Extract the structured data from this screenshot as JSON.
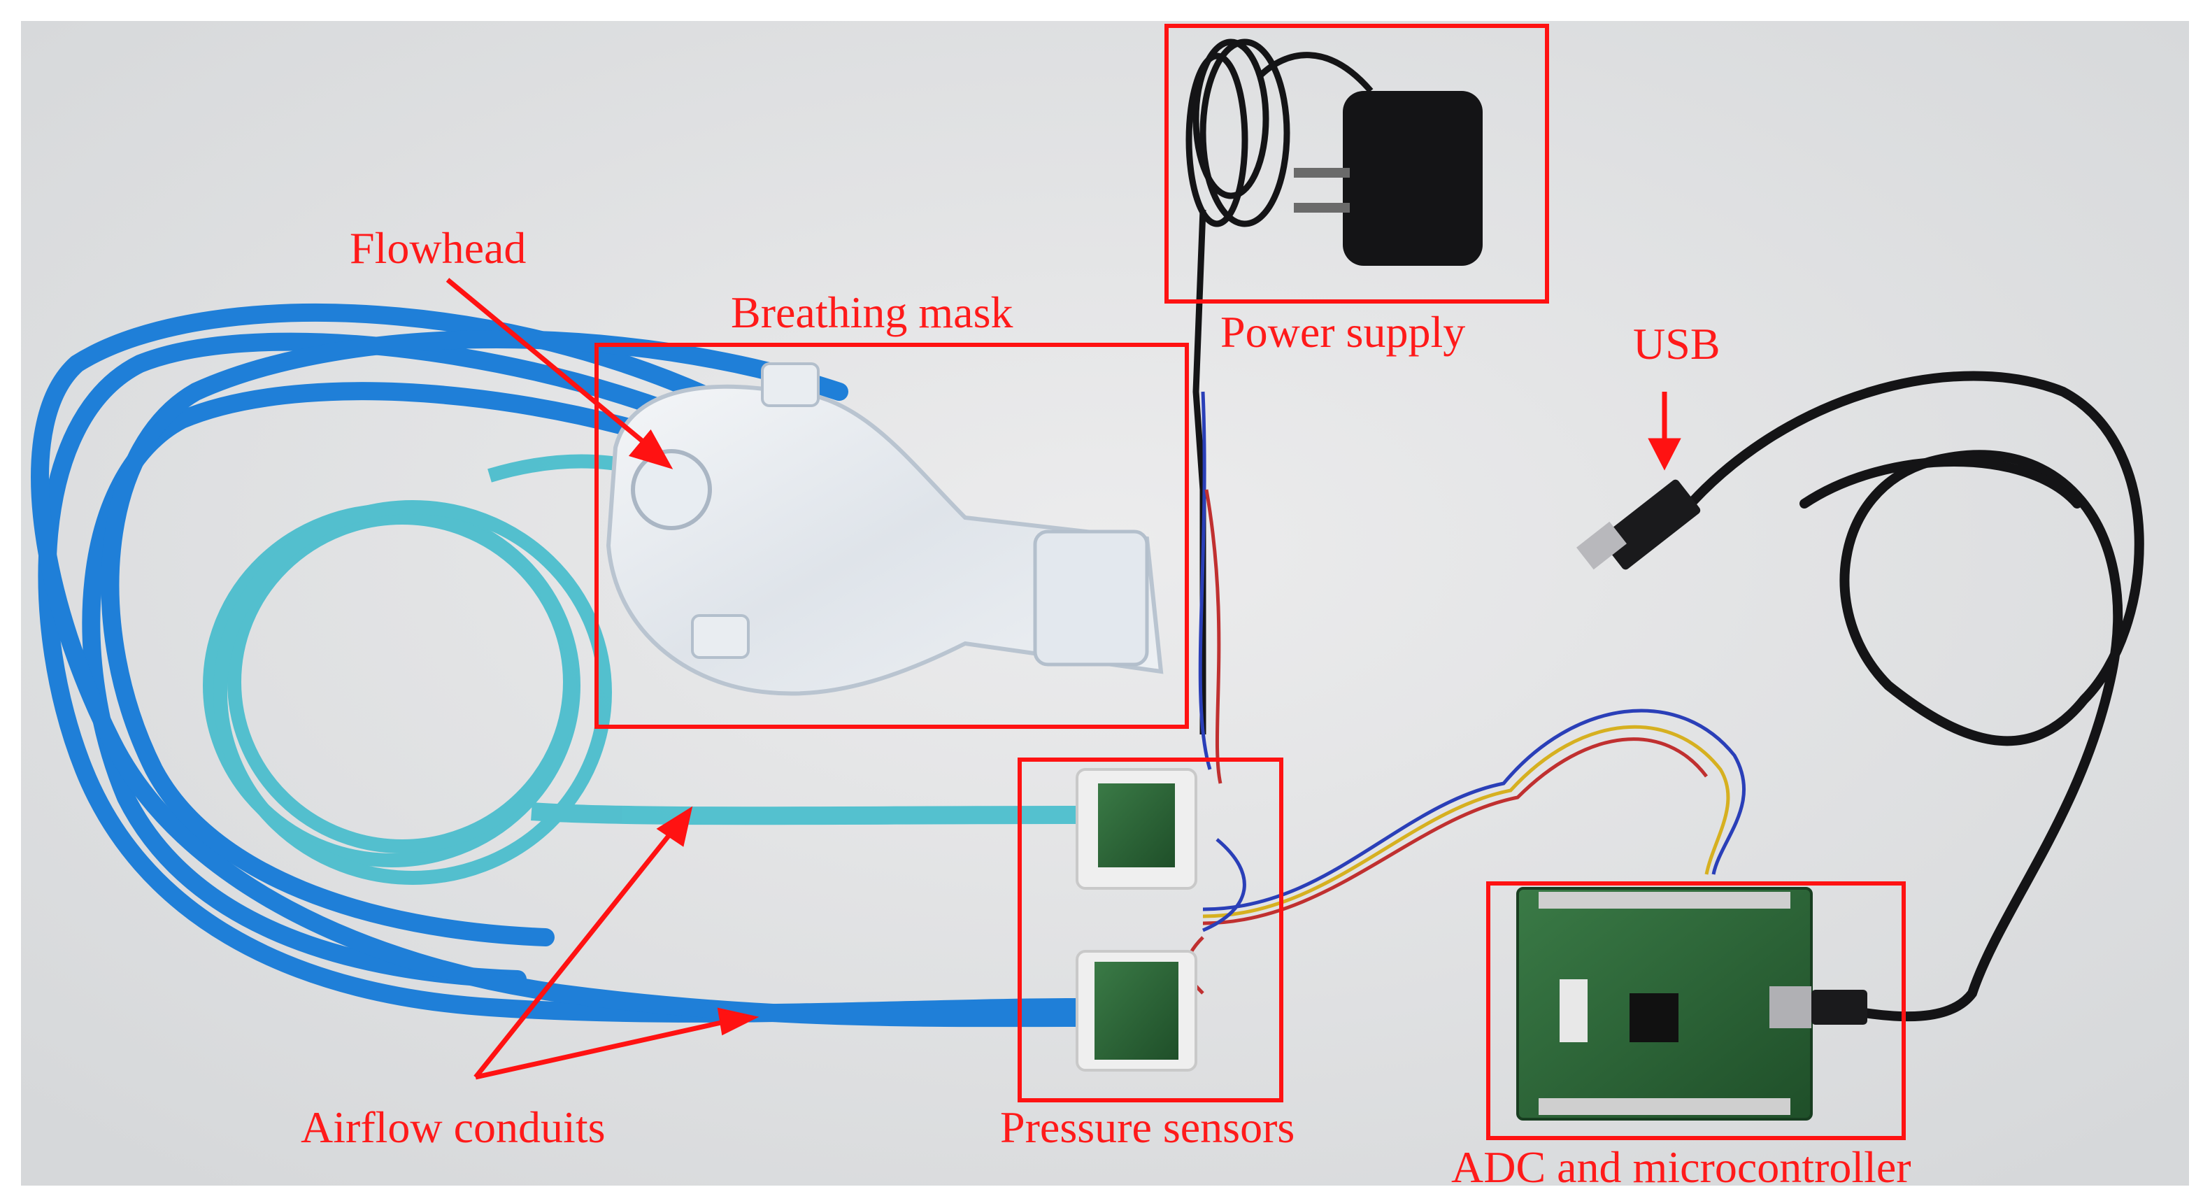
{
  "labels": {
    "flowhead": "Flowhead",
    "breathing_mask": "Breathing mask",
    "power_supply": "Power supply",
    "usb": "USB",
    "airflow_conduits": "Airflow conduits",
    "pressure_sensors": "Pressure sensors",
    "adc_microcontroller": "ADC and microcontroller"
  },
  "colors": {
    "annotation": "#ff1a1a",
    "background": "#e6e7e8",
    "tube_blue": "#1e7fd6",
    "tube_cyan": "#3fb8c9",
    "pcb_green": "#2f6b3a",
    "cable_black": "#141416"
  }
}
